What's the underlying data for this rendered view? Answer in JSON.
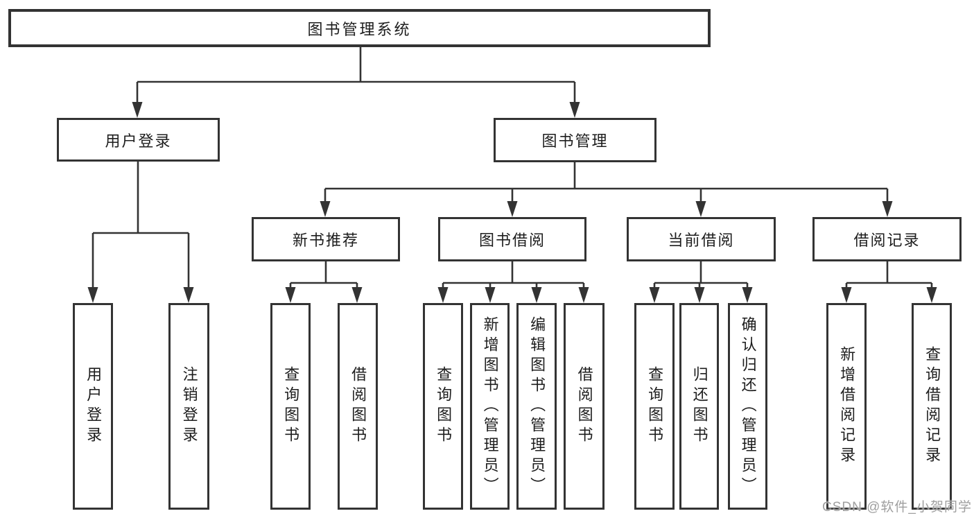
{
  "tree": {
    "root": {
      "label": "图书管理系统"
    },
    "branches": [
      {
        "label": "用户登录",
        "children": [
          {
            "label": "用户登录"
          },
          {
            "label": "注销登录"
          }
        ]
      },
      {
        "label": "图书管理",
        "children": [
          {
            "label": "新书推荐",
            "children": [
              {
                "label": "查询图书"
              },
              {
                "label": "借阅图书"
              }
            ]
          },
          {
            "label": "图书借阅",
            "children": [
              {
                "label": "查询图书"
              },
              {
                "label": "新增图书（管理员）"
              },
              {
                "label": "编辑图书（管理员）"
              },
              {
                "label": "借阅图书"
              }
            ]
          },
          {
            "label": "当前借阅",
            "children": [
              {
                "label": "查询图书"
              },
              {
                "label": "归还图书"
              },
              {
                "label": "确认归还（管理员）"
              }
            ]
          },
          {
            "label": "借阅记录",
            "children": [
              {
                "label": "新增借阅记录"
              },
              {
                "label": "查询借阅记录"
              }
            ]
          }
        ]
      }
    ]
  },
  "watermark": {
    "text": "CSDN @软件_小贺同学"
  },
  "colors": {
    "line": "#333333",
    "text": "#1d1d1d",
    "watermark": "#9a9a9a",
    "background": "#ffffff"
  }
}
